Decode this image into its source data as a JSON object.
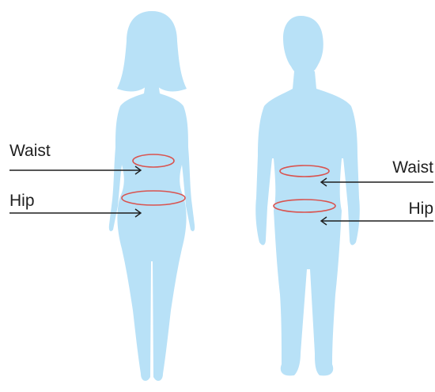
{
  "colors": {
    "silhouette": "#b8e1f7",
    "measurement_ring": "#d9534f",
    "pointer_line": "#1f1f1f",
    "label_text": "#1f1f1f"
  },
  "figures": {
    "female": {
      "waist_label": "Waist",
      "hip_label": "Hip"
    },
    "male": {
      "waist_label": "Waist",
      "hip_label": "Hip"
    }
  }
}
